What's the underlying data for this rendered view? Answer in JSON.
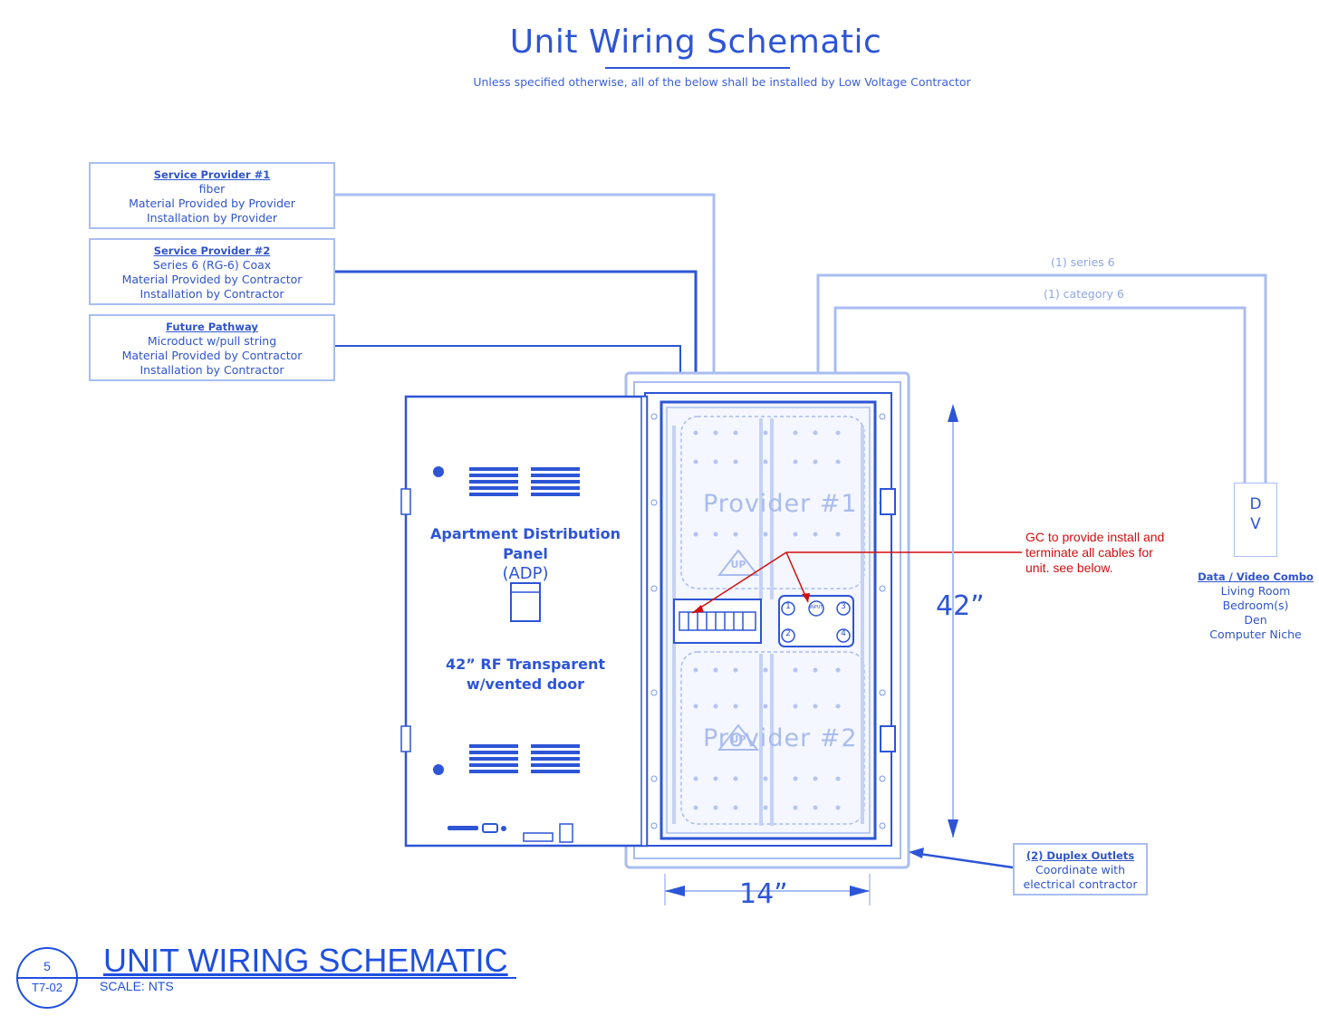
{
  "title": "Unit Wiring Schematic",
  "subtitle": "Unless specified otherwise, all of the below shall be installed by Low Voltage Contractor",
  "service_boxes": [
    {
      "heading": "Service Provider #1",
      "lines": [
        "fiber",
        "Material Provided by Provider",
        "Installation by Provider"
      ]
    },
    {
      "heading": "Service Provider #2",
      "lines": [
        "Series 6 (RG-6) Coax",
        "Material Provided by Contractor",
        "Installation by Contractor"
      ]
    },
    {
      "heading": "Future Pathway",
      "lines": [
        "Microduct w/pull string",
        "Material Provided by Contractor",
        "Installation by Contractor"
      ]
    }
  ],
  "cable_labels": [
    "(1) series 6",
    "(1) category 6"
  ],
  "dv_box": [
    "D",
    "V"
  ],
  "data_video": {
    "heading": "Data / Video Combo",
    "lines": [
      "Living Room",
      "Bedroom(s)",
      "Den",
      "Computer Niche"
    ]
  },
  "gc_note": [
    "GC to provide install and",
    "terminate all cables for",
    "unit. see below."
  ],
  "panel": {
    "name": "Apartment Distribution Panel",
    "abbr": "(ADP)",
    "desc_1": "42” RF Transparent",
    "desc_2": "w/vented door",
    "provider_1": "Provider #1",
    "provider_2": "Provider #2",
    "up_label": "UP",
    "splitter_ports": [
      "1",
      "2",
      "3",
      "4"
    ],
    "splitter_input": "INPUT"
  },
  "dimensions": {
    "height": "42”",
    "width": "14”"
  },
  "duplex_note": {
    "heading": "(2) Duplex Outlets",
    "lines": [
      "Coordinate with",
      "electrical contractor"
    ]
  },
  "title_block": {
    "number": "5",
    "sheet": "T7-02",
    "title": "UNIT WIRING SCHEMATIC",
    "scale": "SCALE: NTS"
  },
  "colors": {
    "primary": "#2d55d6",
    "light_line": "#a9bdf2",
    "annotation": "#d20f0f"
  }
}
